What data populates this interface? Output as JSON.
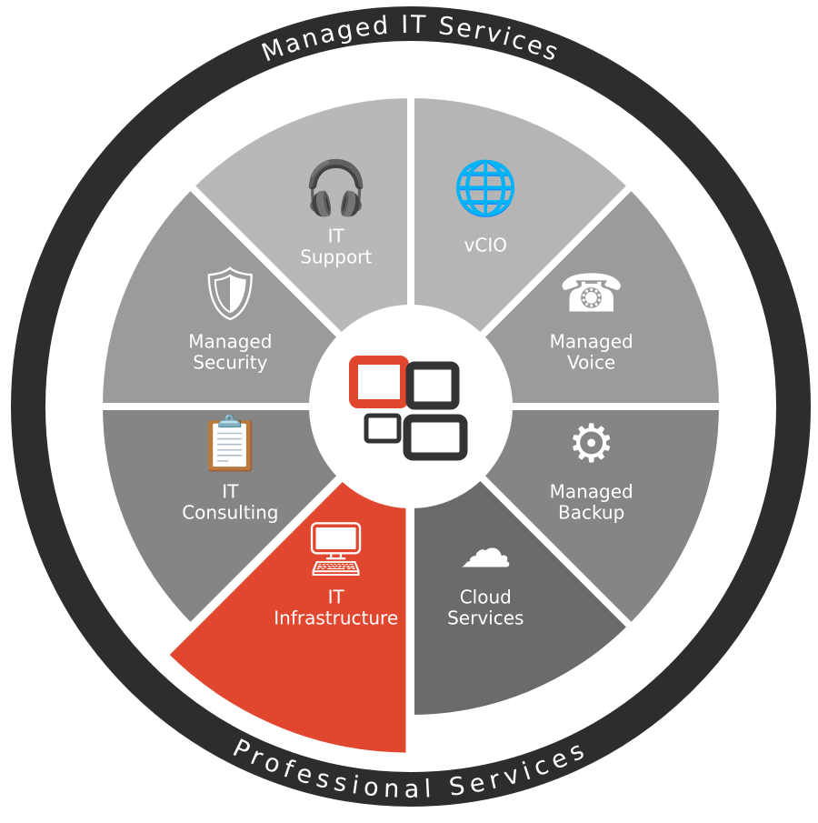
{
  "ring": {
    "top_label": "Managed IT Services",
    "bottom_label": "Professional Services",
    "color": "#2d2d2d"
  },
  "center": {
    "icon": "chat-windows-logo-icon",
    "accent": "#e1462f",
    "dark": "#333333"
  },
  "segments": [
    {
      "line1": "IT",
      "line2": "Support",
      "icon": "headset-user-icon",
      "color": "#b8b8b8"
    },
    {
      "line1": "vCIO",
      "line2": "",
      "icon": "globe-arrow-icon",
      "color": "#b5b5b5"
    },
    {
      "line1": "Managed",
      "line2": "Voice",
      "icon": "phone-clock-icon",
      "color": "#9b9b9b"
    },
    {
      "line1": "Managed",
      "line2": "Backup",
      "icon": "gears-icon",
      "color": "#858585"
    },
    {
      "line1": "Cloud",
      "line2": "Services",
      "icon": "cloud-icon",
      "color": "#6b6b6b"
    },
    {
      "line1": "IT",
      "line2": "Infrastructure",
      "icon": "server-monitor-icon",
      "color": "#e1462f",
      "highlighted": true
    },
    {
      "line1": "IT",
      "line2": "Consulting",
      "icon": "clipboard-check-icon",
      "color": "#858585"
    },
    {
      "line1": "Managed",
      "line2": "Security",
      "icon": "shield-check-icon",
      "color": "#9b9b9b"
    }
  ]
}
